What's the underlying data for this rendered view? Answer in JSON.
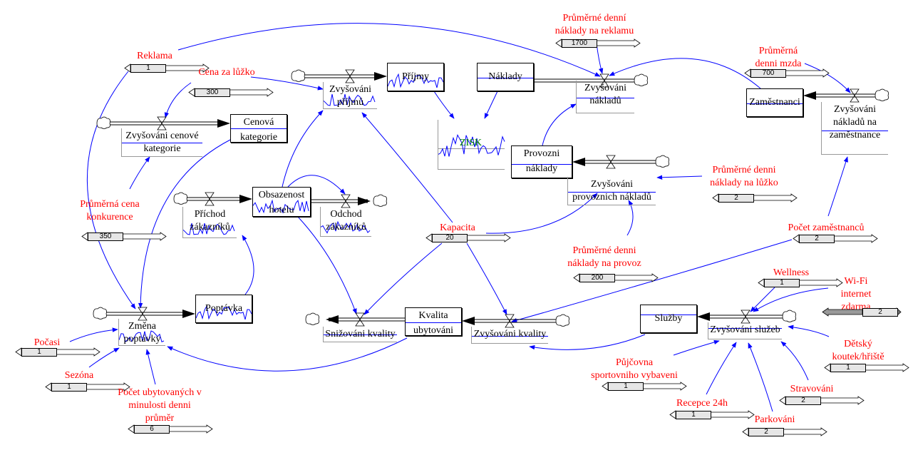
{
  "diagram": {
    "type": "stock-and-flow",
    "colors": {
      "constant_label": "#ff0000",
      "link": "#0000ff",
      "stock_text": "#000000",
      "zisk_text": "#008000"
    },
    "stocks": [
      {
        "id": "prijmy",
        "label": "Příjmy"
      },
      {
        "id": "naklady",
        "label": "Náklady"
      },
      {
        "id": "zamestnanci",
        "label": "Zaměstnanci"
      },
      {
        "id": "cenova_kategorie",
        "label_lines": [
          "Cenová",
          "kategorie"
        ]
      },
      {
        "id": "obsazenost",
        "label_lines": [
          "Obsazenost",
          "hotelu"
        ]
      },
      {
        "id": "provozni_naklady",
        "label_lines": [
          "Provozni",
          "náklady"
        ]
      },
      {
        "id": "poptavka",
        "label": "Poptávka"
      },
      {
        "id": "kvalita",
        "label_lines": [
          "Kvalita",
          "ubytováni"
        ]
      },
      {
        "id": "sluzby",
        "label": "Služby"
      }
    ],
    "flows": [
      {
        "id": "zvysovani_prijmu",
        "label_lines": [
          "Zvyšováni",
          "příjmů"
        ]
      },
      {
        "id": "zvysovani_nakladu",
        "label_lines": [
          "Zvyšováni",
          "nákladů"
        ]
      },
      {
        "id": "zvysovani_nakladu_zam",
        "label_lines": [
          "Zvyšováni",
          "nákladů na",
          "zaměstnance"
        ]
      },
      {
        "id": "zvysovani_cen_kat",
        "label_lines": [
          "Zvyšováni cenové",
          "kategorie"
        ]
      },
      {
        "id": "prichod",
        "label_lines": [
          "Příchod",
          "zákazníků"
        ]
      },
      {
        "id": "odchod",
        "label_lines": [
          "Odchod",
          "zákazníků"
        ]
      },
      {
        "id": "zvysovani_prov",
        "label_lines": [
          "Zvyšováni",
          "provoznich nákladů"
        ]
      },
      {
        "id": "zmena_poptavky",
        "label_lines": [
          "Změna",
          "poptávky"
        ]
      },
      {
        "id": "snizovani_kvality",
        "label": "Snižováni kvality"
      },
      {
        "id": "zvysovani_kvality",
        "label": "Zvyšováni kvality"
      },
      {
        "id": "zvysovani_sluzeb",
        "label": "Zvyšováni služeb"
      }
    ],
    "auxiliary": {
      "zisk": "ZISK"
    },
    "constants": [
      {
        "id": "reklama",
        "label_lines": [
          "Reklama"
        ],
        "value": "1"
      },
      {
        "id": "cena_za_luzko",
        "label_lines": [
          "Cena za lůžko"
        ],
        "value": "300"
      },
      {
        "id": "prum_cena_konk",
        "label_lines": [
          "Průměrná cena",
          "konkurence"
        ],
        "value": "350"
      },
      {
        "id": "prum_nakl_reklama",
        "label_lines": [
          "Průměrné denní",
          "náklady na reklamu"
        ],
        "value": "1700"
      },
      {
        "id": "prum_mzda",
        "label_lines": [
          "Průměrná",
          "denni mzda"
        ],
        "value": "700"
      },
      {
        "id": "prum_nakl_luzko",
        "label_lines": [
          "Průměrné denni",
          "náklady na lůžko"
        ],
        "value": "2"
      },
      {
        "id": "kapacita",
        "label_lines": [
          "Kapacita"
        ],
        "value": "20"
      },
      {
        "id": "prum_nakl_provoz",
        "label_lines": [
          "Průměrné denni",
          "náklady na provoz"
        ],
        "value": "200"
      },
      {
        "id": "pocet_zam",
        "label_lines": [
          "Počet zaměstnanců"
        ],
        "value": "2"
      },
      {
        "id": "pocasi",
        "label_lines": [
          "Počasi"
        ],
        "value": "1"
      },
      {
        "id": "sezona",
        "label_lines": [
          "Sezóna"
        ],
        "value": "1"
      },
      {
        "id": "pocet_ubyt",
        "label_lines": [
          "Počet ubytovaných v",
          "minulosti denni",
          "průměr"
        ],
        "value": "6"
      },
      {
        "id": "wellness",
        "label_lines": [
          "Wellness"
        ],
        "value": "1"
      },
      {
        "id": "wifi",
        "label_lines": [
          "Wi-Fi",
          "internet",
          "zdarma"
        ],
        "value": "2"
      },
      {
        "id": "detsky_koutek",
        "label_lines": [
          "Dětský",
          "koutek/hřiště"
        ],
        "value": "1"
      },
      {
        "id": "pujcovna",
        "label_lines": [
          "Půjčovna",
          "sportovniho vybaveni"
        ],
        "value": "1"
      },
      {
        "id": "stravovani",
        "label_lines": [
          "Stravováni"
        ],
        "value": "2"
      },
      {
        "id": "recepce",
        "label_lines": [
          "Recepce 24h"
        ],
        "value": "1"
      },
      {
        "id": "parkovani",
        "label_lines": [
          "Parkováni"
        ],
        "value": "2"
      }
    ]
  }
}
